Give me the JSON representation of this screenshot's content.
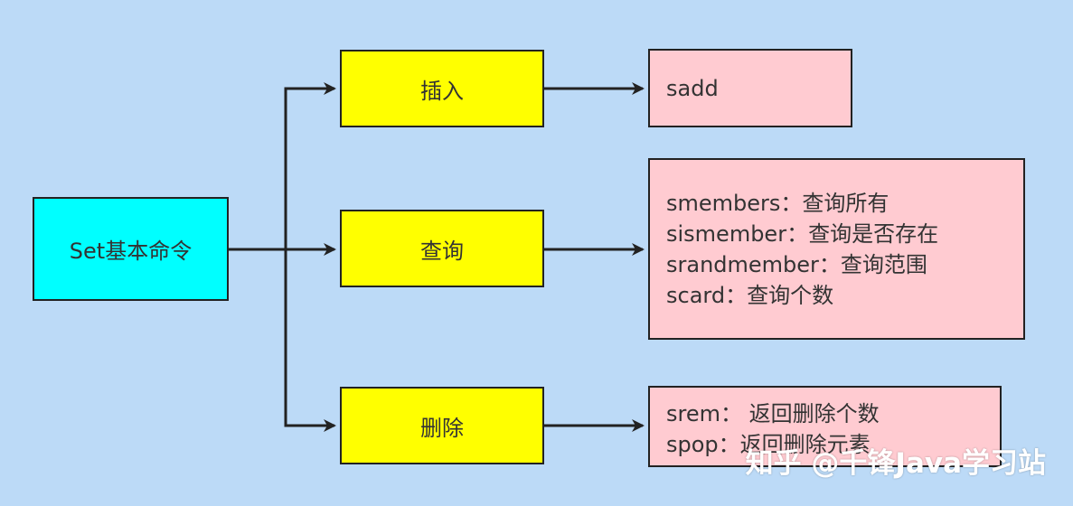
{
  "diagram": {
    "root": {
      "label": "Set基本命令"
    },
    "categories": [
      {
        "label": "插入",
        "details": [
          "sadd"
        ]
      },
      {
        "label": "查询",
        "details": [
          "smembers：查询所有",
          "sismember：查询是否存在",
          "srandmember：查询范围",
          "scard：查询个数"
        ]
      },
      {
        "label": "删除",
        "details": [
          "srem： 返回删除个数",
          "spop：返回删除元素"
        ]
      }
    ]
  },
  "watermark": {
    "text": "知乎 @千锋Java学习站"
  },
  "colors": {
    "background": "#bcdaf7",
    "root_fill": "#00ffff",
    "category_fill": "#ffff00",
    "detail_fill": "#ffcbd1",
    "stroke": "#222222"
  }
}
